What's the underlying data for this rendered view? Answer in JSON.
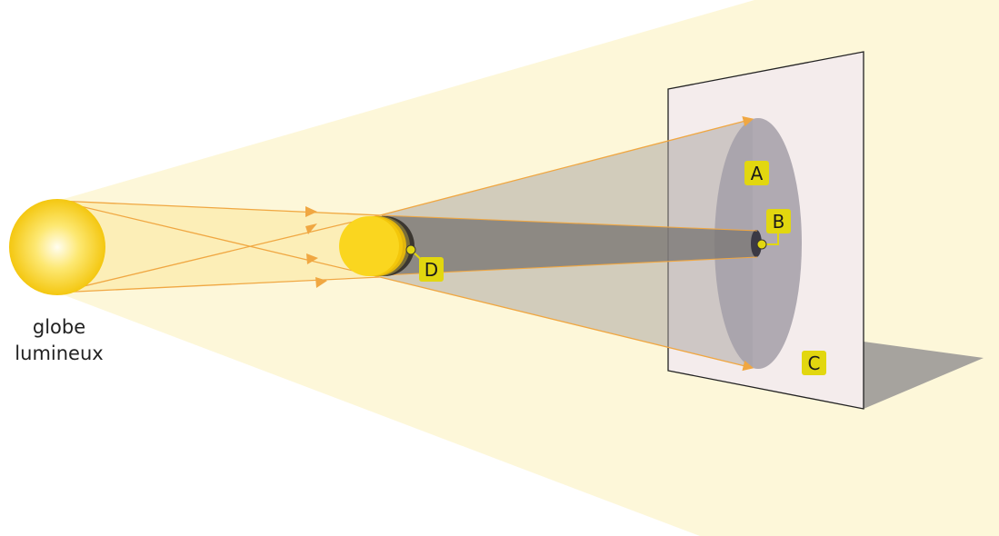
{
  "source": {
    "caption_line1": "globe",
    "caption_line2": "lumineux"
  },
  "labels": {
    "a": "A",
    "b": "B",
    "c": "C",
    "d": "D"
  },
  "colors": {
    "light_beam": "#fdf7d9",
    "inner_beam": "#fbe89a",
    "ray": "#f0a742",
    "penumbra": "#bdb7b2",
    "umbra": "#85807c",
    "screen": "#f4ecec",
    "screen_shadow": "#a6a39e",
    "label_bg": "#e2d70f",
    "sun_core": "#fffbe6",
    "sun_edge": "#f4c710"
  }
}
